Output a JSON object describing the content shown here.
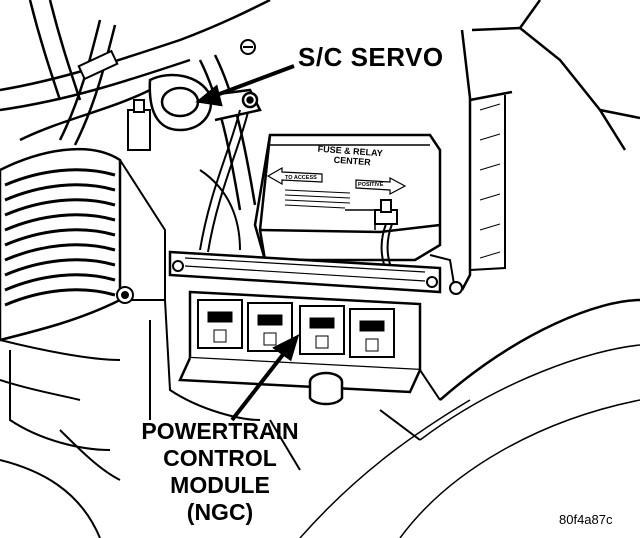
{
  "callouts": {
    "servo": "S/C SERVO",
    "pcm_lines": [
      "POWERTRAIN",
      "CONTROL",
      "MODULE",
      "(NGC)"
    ]
  },
  "fuse_box": {
    "title_line1": "FUSE & RELAY",
    "title_line2": "CENTER",
    "arrow_left_text": "TO ACCESS",
    "arrow_right_text": "POSITIVE"
  },
  "figure_id": "80f4a87c",
  "colors": {
    "line": "#000000",
    "background": "#ffffff"
  }
}
